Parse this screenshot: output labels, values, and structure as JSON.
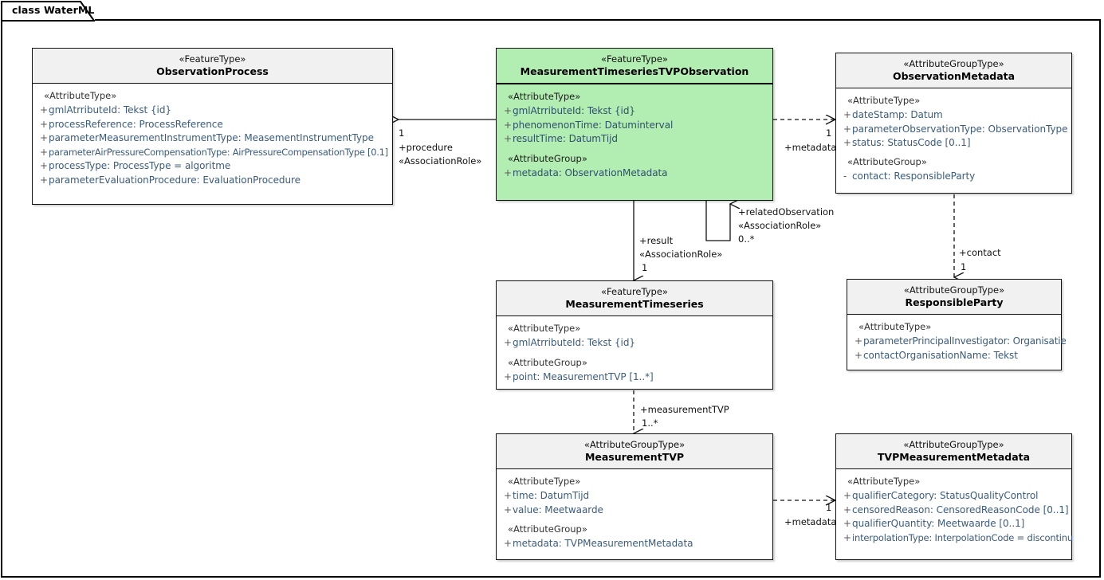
{
  "diagram": {
    "frame_label": "class WaterML",
    "accent_green": "#b2edb2",
    "header_gray": "#f1f1f1",
    "attr_text_color": "#3b5b7d"
  },
  "classes": [
    {
      "id": "observation-process",
      "stereotype": "«FeatureType»",
      "name": "ObservationProcess",
      "highlight": false,
      "sections": [
        {
          "group": "«AttributeType»",
          "attributes": [
            {
              "vis": "+",
              "text": "gmlAtrributeId: Tekst {id}"
            },
            {
              "vis": "+",
              "text": "processReference: ProcessReference"
            },
            {
              "vis": "+",
              "text": "parameterMeasurementInstrumentType: MeasementInstrumentType"
            },
            {
              "vis": "+",
              "text": "parameterAirPressureCompensationType: AirPressureCompensationType [0.1]"
            },
            {
              "vis": "+",
              "text": "processType: ProcessType = algoritme"
            },
            {
              "vis": "+",
              "text": "parameterEvaluationProcedure: EvaluationProcedure"
            }
          ]
        }
      ]
    },
    {
      "id": "measurement-timeseries-tvp-observation",
      "stereotype": "«FeatureType»",
      "name": "MeasurementTimeseriesTVPObservation",
      "highlight": true,
      "sections": [
        {
          "group": "«AttributeType»",
          "attributes": [
            {
              "vis": "+",
              "text": "gmlAtrributeId: Tekst {id}"
            },
            {
              "vis": "+",
              "text": "phenomenonTime: Datuminterval"
            },
            {
              "vis": "+",
              "text": "resultTime: DatumTijd"
            }
          ]
        },
        {
          "group": "«AttributeGroup»",
          "attributes": [
            {
              "vis": "+",
              "text": "metadata: ObservationMetadata"
            }
          ]
        }
      ]
    },
    {
      "id": "observation-metadata",
      "stereotype": "«AttributeGroupType»",
      "name": "ObservationMetadata",
      "highlight": false,
      "sections": [
        {
          "group": "«AttributeType»",
          "attributes": [
            {
              "vis": "+",
              "text": "dateStamp: Datum"
            },
            {
              "vis": "+",
              "text": "parameterObservationType: ObservationType"
            },
            {
              "vis": "+",
              "text": "status: StatusCode [0..1]"
            }
          ]
        },
        {
          "group": "«AttributeGroup»",
          "attributes": [
            {
              "vis": "-",
              "text": "contact: ResponsibleParty"
            }
          ]
        }
      ]
    },
    {
      "id": "measurement-timeseries",
      "stereotype": "«FeatureType»",
      "name": "MeasurementTimeseries",
      "highlight": false,
      "sections": [
        {
          "group": "«AttributeType»",
          "attributes": [
            {
              "vis": "+",
              "text": "gmlAtrributeId: Tekst {id}"
            }
          ]
        },
        {
          "group": "«AttributeGroup»",
          "attributes": [
            {
              "vis": "+",
              "text": "point: MeasurementTVP [1..*]"
            }
          ]
        }
      ]
    },
    {
      "id": "responsible-party",
      "stereotype": "«AttributeGroupType»",
      "name": "ResponsibleParty",
      "highlight": false,
      "sections": [
        {
          "group": "«AttributeType»",
          "attributes": [
            {
              "vis": "+",
              "text": "parameterPrincipalInvestigator: Organisatie"
            },
            {
              "vis": "+",
              "text": "contactOrganisationName: Tekst"
            }
          ]
        }
      ]
    },
    {
      "id": "measurement-tvp",
      "stereotype": "«AttributeGroupType»",
      "name": "MeasurementTVP",
      "highlight": false,
      "sections": [
        {
          "group": "«AttributeType»",
          "attributes": [
            {
              "vis": "+",
              "text": "time: DatumTijd"
            },
            {
              "vis": "+",
              "text": "value: Meetwaarde"
            }
          ]
        },
        {
          "group": "«AttributeGroup»",
          "attributes": [
            {
              "vis": "+",
              "text": "metadata: TVPMeasurementMetadata"
            }
          ]
        }
      ]
    },
    {
      "id": "tvp-measurement-metadata",
      "stereotype": "«AttributeGroupType»",
      "name": "TVPMeasurementMetadata",
      "highlight": false,
      "sections": [
        {
          "group": "«AttributeType»",
          "attributes": [
            {
              "vis": "+",
              "text": "qualifierCategory: StatusQualityControl"
            },
            {
              "vis": "+",
              "text": "censoredReason: CensoredReasonCode [0..1]"
            },
            {
              "vis": "+",
              "text": "qualifierQuantity: Meetwaarde [0..1]"
            },
            {
              "vis": "+",
              "text": "interpolationType: InterpolationCode = discontinu"
            }
          ]
        }
      ]
    }
  ],
  "connectors": {
    "procedure": {
      "multiplicity": "1",
      "role": "+procedure",
      "stereotype": "«AssociationRole»"
    },
    "metadata_observation": {
      "multiplicity": "1",
      "role": "+metadata"
    },
    "result": {
      "role": "+result",
      "stereotype": "«AssociationRole»",
      "multiplicity": "1"
    },
    "related_observation": {
      "role": "+relatedObservation",
      "stereotype": "«AssociationRole»",
      "multiplicity": "0..*"
    },
    "contact": {
      "role": "+contact",
      "multiplicity": "1"
    },
    "measurement_tvp": {
      "role": "+measurementTVP",
      "multiplicity": "1..*"
    },
    "metadata_tvp": {
      "multiplicity": "1",
      "role": "+metadata"
    }
  }
}
